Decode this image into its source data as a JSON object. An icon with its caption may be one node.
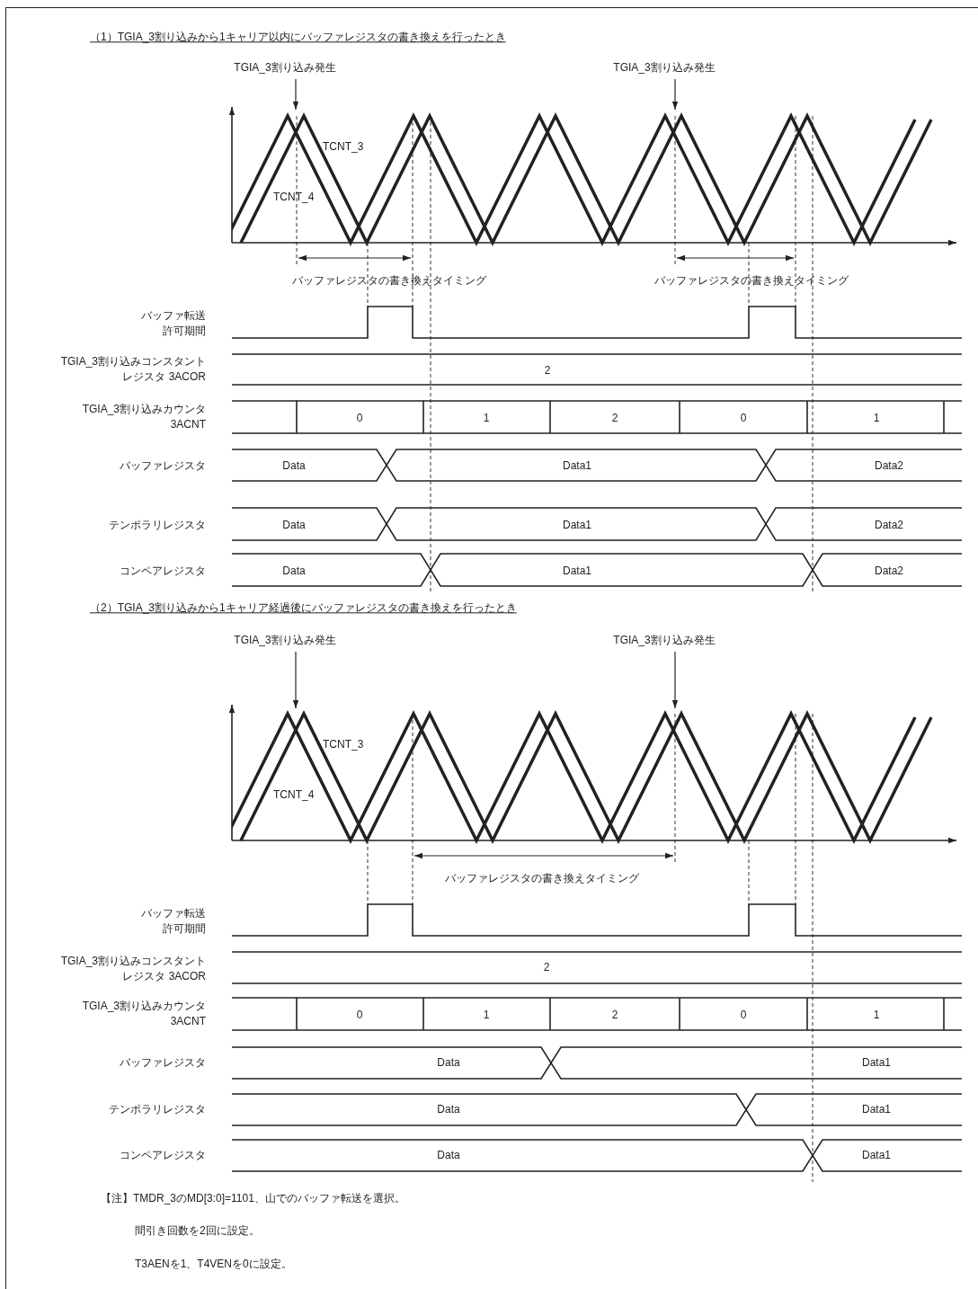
{
  "diagram": {
    "nodes": [
      {
        "text": [
          "TGIA_3割り込み発生"
        ]
      },
      {
        "text": [
          "TGIA_3割り込み発生"
        ]
      },
      {
        "text": [],
        "shape": "picture"
      },
      {
        "text": [
          "TGIA_3割り込み発生"
        ]
      },
      {
        "text": [
          "TGIA_3割り込み発生"
        ]
      },
      {
        "text": [],
        "shape": "picture"
      }
    ],
    "edges": [
      {
        "from": 0,
        "to": 2,
        "arrow": "to"
      },
      {
        "from": 1,
        "to": 2,
        "arrow": "to"
      },
      {
        "from": 3,
        "to": 5,
        "arrow": "to"
      },
      {
        "from": 4,
        "to": 5,
        "arrow": "to"
      }
    ],
    "labels": [
      "（1）TGIA_3割り込みから1キャリア以内にバッファレジスタの書き換えを行ったとき",
      "TCNT_3",
      "TCNT_4",
      "バッファレジスタの書き換えタイミング",
      "バッファレジスタの書き換えタイミング",
      "バッファ転送許可期間",
      "TGIA_3割り込みコンスタントレジスタ 3ACOR",
      "2",
      "TGIA_3割り込みカウンタ 3ACNT",
      "0",
      "1",
      "2",
      "0",
      "1",
      "バッファレジスタ",
      "Data",
      "Data1",
      "Data2",
      "テンポラリレジスタ",
      "Data",
      "Data1",
      "Data2",
      "コンペアレジスタ",
      "Data",
      "Data1",
      "Data2",
      "（2）TGIA_3割り込みから1キャリア経過後にバッファレジスタの書き換えを行ったとき",
      "TCNT_3",
      "TCNT_4",
      "バッファレジスタの書き換えタイミング",
      "バッファ転送許可期間",
      "TGIA_3割り込みコンスタントレジスタ 3ACOR",
      "2",
      "TGIA_3割り込みカウンタ 3ACNT",
      "0",
      "1",
      "2",
      "0",
      "1",
      "バッファレジスタ",
      "Data",
      "Data1",
      "テンポラリレジスタ",
      "Data",
      "Data1",
      "コンペアレジスタ",
      "Data",
      "Data1",
      "【注】TMDR_3のMD[3:0]=1101、山でのバッファ転送を選択。",
      "間引き回数を2回に設定。",
      "T3AENを1、T4VENを0に設定。"
    ]
  }
}
